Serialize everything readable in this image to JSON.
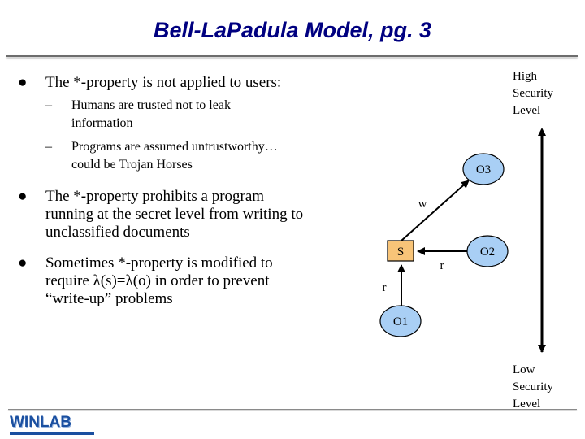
{
  "title": "Bell-LaPadula Model, pg. 3",
  "bullets": [
    {
      "text": "The *-property is not applied to users:",
      "sub": [
        "Humans are trusted not to leak information",
        "Programs are assumed untrustworthy… could be Trojan Horses"
      ]
    },
    {
      "text": "The *-property prohibits a program running at the secret level from writing to unclassified documents"
    },
    {
      "text": "Sometimes *-property is modified to require λ(s)=λ(o) in order to prevent “write-up” problems"
    }
  ],
  "diagram": {
    "subject": "S",
    "objects": [
      "O3",
      "O2",
      "O1"
    ],
    "edge_labels": {
      "s_to_o3": "w",
      "o2_to_s": "r",
      "o1_to_s": "r"
    },
    "high_level": "High Security Level",
    "low_level": "Low Security Level",
    "colors": {
      "object_fill": "#a9cff5",
      "subject_fill": "#f8c478",
      "title": "#000080"
    }
  },
  "logo": {
    "text": "WINLAB"
  }
}
